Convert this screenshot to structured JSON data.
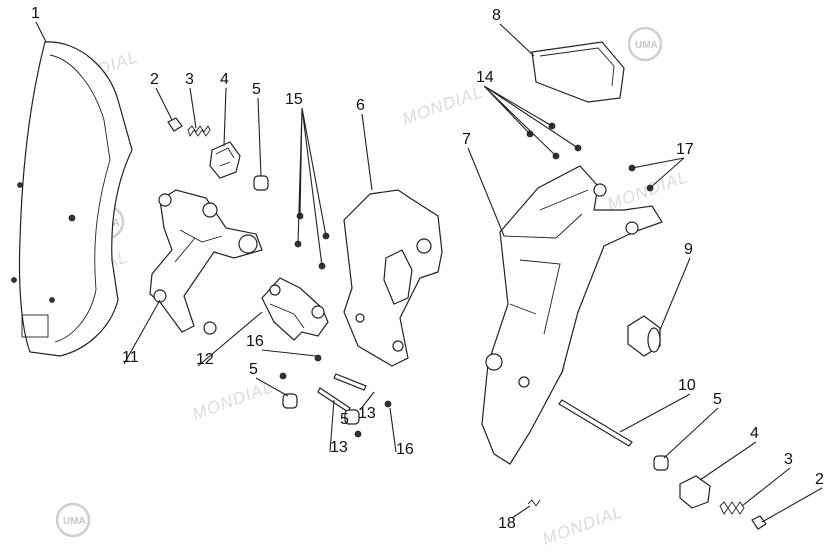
{
  "watermark": {
    "brand_text": "MONDIAL",
    "logo_text": "UMA"
  },
  "callouts": {
    "c1": "1",
    "c2a": "2",
    "c3a": "3",
    "c4a": "4",
    "c5a": "5",
    "c6": "6",
    "c7": "7",
    "c8": "8",
    "c9": "9",
    "c10": "10",
    "c11": "11",
    "c12": "12",
    "c13a": "13",
    "c13b": "13",
    "c14": "14",
    "c15": "15",
    "c16a": "16",
    "c16b": "16",
    "c17": "17",
    "c18": "18",
    "c5b": "5",
    "c5c": "5",
    "c5d": "5",
    "c4b": "4",
    "c3b": "3",
    "c2b": "2"
  }
}
